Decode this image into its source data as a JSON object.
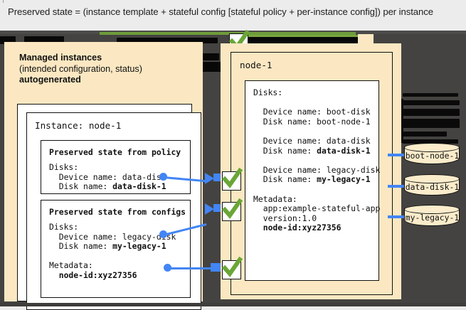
{
  "caption": {
    "text": "Preserved state = (instance template + stateful config [stateful policy + per-instance config]) per instance"
  },
  "left_panel": {
    "heading_line1": "Managed instances",
    "heading_line2": "(intended configuration, status)",
    "heading_line3": "autogenerated",
    "instance_title": "Instance: node-1",
    "policy_box": {
      "title": "Preserved state from policy",
      "line1": "Disks:",
      "line2": "  Device name: data-disk",
      "line3_prefix": "  Disk name: ",
      "line3_bold": "data-disk-1"
    },
    "configs_box": {
      "title": "Preserved state from configs",
      "line1": "Disks:",
      "line2": "  Device name: legacy-disk",
      "line3_prefix": "  Disk name: ",
      "line3_bold": "my-legacy-1",
      "line4": "Metadata:",
      "line5_bold": "  node-id:xyz27356"
    }
  },
  "right_panel": {
    "node_title": "node-1",
    "disks_label": "Disks:",
    "boot_device": "  Device name: boot-disk",
    "boot_disk": "  Disk name: boot-node-1",
    "data_device": "  Device name: data-disk",
    "data_disk_prefix": "  Disk name: ",
    "data_disk_bold": "data-disk-1",
    "legacy_device": "  Device name: legacy-disk",
    "legacy_disk_prefix": "  Disk name: ",
    "legacy_disk_bold": "my-legacy-1",
    "metadata_label": "Metadata:",
    "metadata_app": "  app:example-stateful-app",
    "metadata_version": "  version:1.0",
    "metadata_nodeid_bold": "  node-id:xyz27356"
  },
  "disks": [
    {
      "label": "boot-node-1"
    },
    {
      "label": "data-disk-1"
    },
    {
      "label": "my-legacy-1"
    }
  ],
  "icons": {
    "check": "green-check-icon",
    "disk": "disk-cylinder-icon",
    "arrow": "blue-arrow-icon"
  },
  "colors": {
    "cream": "#fbe8c2",
    "canvas_dark": "#444341",
    "accent_blue": "#4285f4",
    "check_green": "#6aa637",
    "caption_bg": "#ececec"
  }
}
